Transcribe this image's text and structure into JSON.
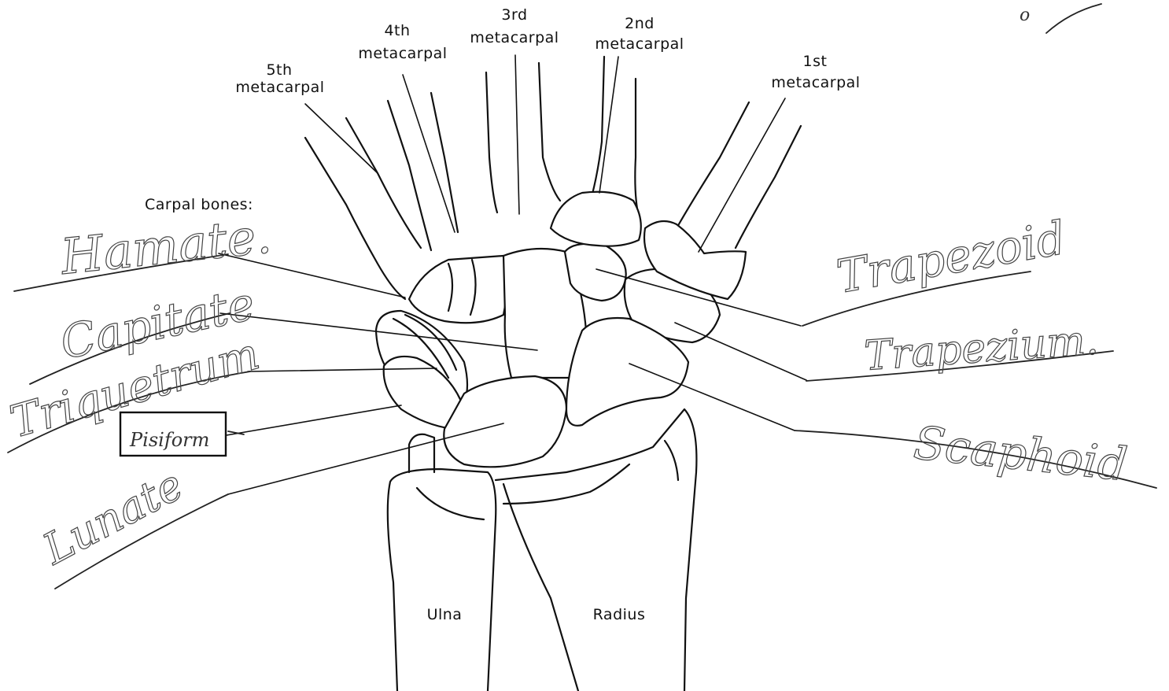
{
  "printed_labels": {
    "fifth_metacarpal_line1": "5th",
    "fifth_metacarpal_line2": "metacarpal",
    "fourth_metacarpal_line1": "4th",
    "fourth_metacarpal_line2": "metacarpal",
    "third_metacarpal_line1": "3rd",
    "third_metacarpal_line2": "metacarpal",
    "second_metacarpal_line1": "2nd",
    "second_metacarpal_line2": "metacarpal",
    "first_metacarpal_line1": "1st",
    "first_metacarpal_line2": "metacarpal",
    "carpal_bones_heading": "Carpal bones:",
    "ulna": "Ulna",
    "radius": "Radius"
  },
  "handwritten_labels": {
    "hamate": "Hamate.",
    "capitate": "Capitate",
    "triquetrum": "Triquetrum",
    "pisiform": "Pisiform",
    "lunate": "Lunate",
    "trapezoid": "Trapezoid",
    "trapezium": "Trapezium.",
    "scaphoid": "Scaphoid",
    "corner_mark": "o"
  },
  "colors": {
    "ink": "#111111",
    "pencil": "#444444",
    "background": "#ffffff"
  }
}
